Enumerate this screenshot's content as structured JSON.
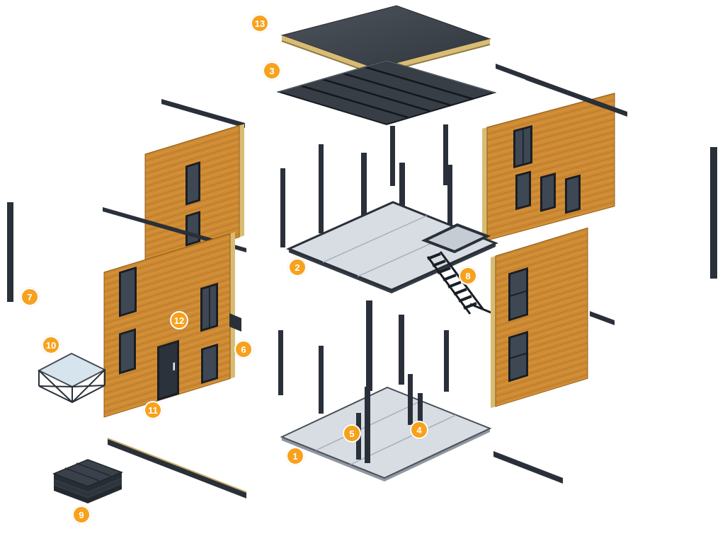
{
  "diagram": {
    "name": "modular-house-exploded-diagram",
    "background": "#ffffff",
    "badges": [
      {
        "label": "13"
      },
      {
        "label": "3"
      },
      {
        "label": "2"
      },
      {
        "label": "8"
      },
      {
        "label": "7"
      },
      {
        "label": "12"
      },
      {
        "label": "10"
      },
      {
        "label": "6"
      },
      {
        "label": "11"
      },
      {
        "label": "5"
      },
      {
        "label": "4"
      },
      {
        "label": "1"
      },
      {
        "label": "9"
      }
    ],
    "colors": {
      "badge": "#F7A11D",
      "badge_text": "#FFFFFF",
      "badge_ring": "#FFFFFF",
      "wood": "#CE8A33",
      "wood_grain": "#A96E1E",
      "ply": "#D9BC74",
      "steel": "#2A3039",
      "steel_dark": "#1A1F26",
      "roof": "#3C434B",
      "floor": "#D8DDE3",
      "floor_line": "#A7AFB8",
      "floor_rim": "#8F97A1",
      "window_frame": "#1A1E24",
      "window_pane": "#3E4854",
      "glass": "#CFE0EC"
    }
  }
}
